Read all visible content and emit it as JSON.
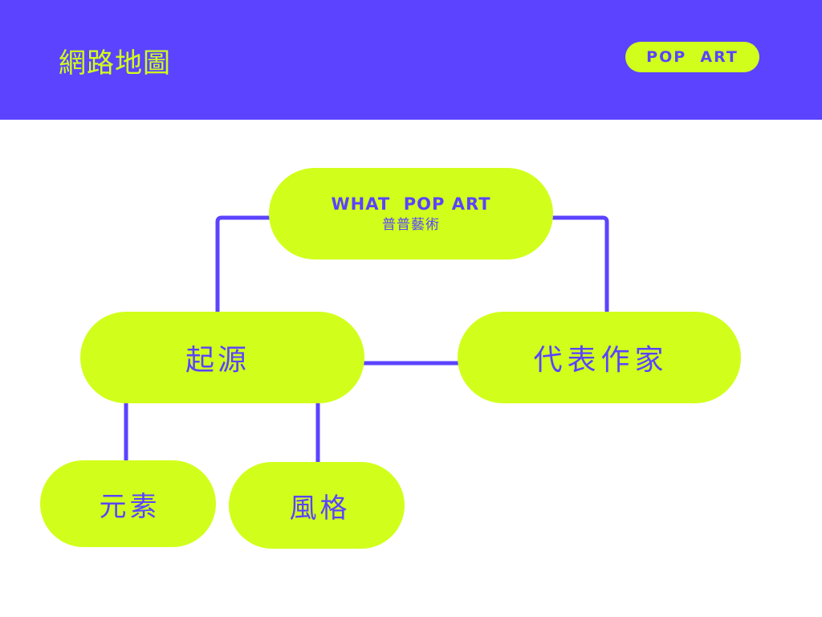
{
  "colors": {
    "primary_purple": "#5b43ff",
    "lime": "#d1ff1b",
    "connector": "#5b43ff",
    "background": "#ffffff"
  },
  "header": {
    "title": "網路地圖",
    "brand": "POP  ART"
  },
  "diagram": {
    "root": {
      "title": "WHAT  POP ART",
      "subtitle": "普普藝術"
    },
    "nodes": {
      "origin": "起源",
      "artists": "代表作家",
      "elements": "元素",
      "style": "風格"
    }
  }
}
